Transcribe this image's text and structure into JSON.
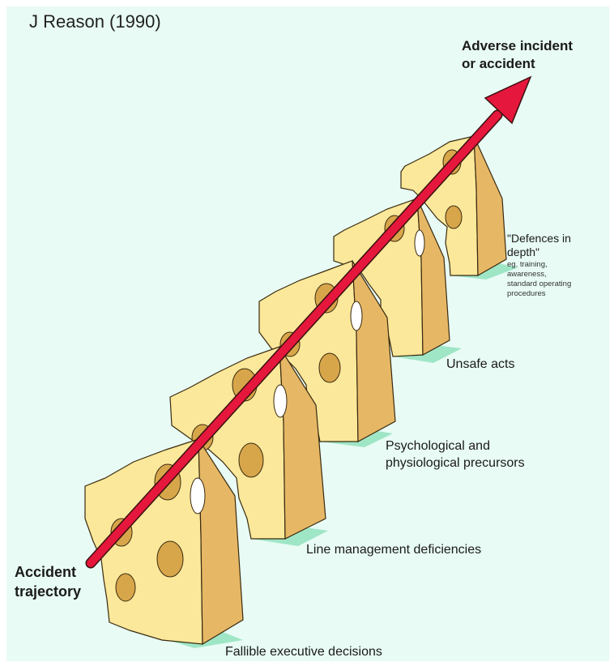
{
  "credit": "J Reason (1990)",
  "outcome": {
    "line1": "Adverse incident",
    "line2": "or accident"
  },
  "trajectory": {
    "line1": "Accident",
    "line2": "trajectory"
  },
  "layers": {
    "l1": "Fallible executive decisions",
    "l2": "Line management deficiencies",
    "l3_line1": "Psychological and",
    "l3_line2": "physiological precursors",
    "l4": "Unsafe acts"
  },
  "defences": {
    "title_line1": "\"Defences in",
    "title_line2": "depth\"",
    "detail_lines": [
      "eg. training,",
      "awareness,",
      "standard operating",
      "procedures"
    ]
  },
  "colors": {
    "background": "#e8fbf5",
    "cheese_face": "#fbe89a",
    "cheese_side": "#e6b866",
    "hole": "#d7a64a",
    "arrow": "#e5173c",
    "shadow": "#9fe6c6"
  }
}
